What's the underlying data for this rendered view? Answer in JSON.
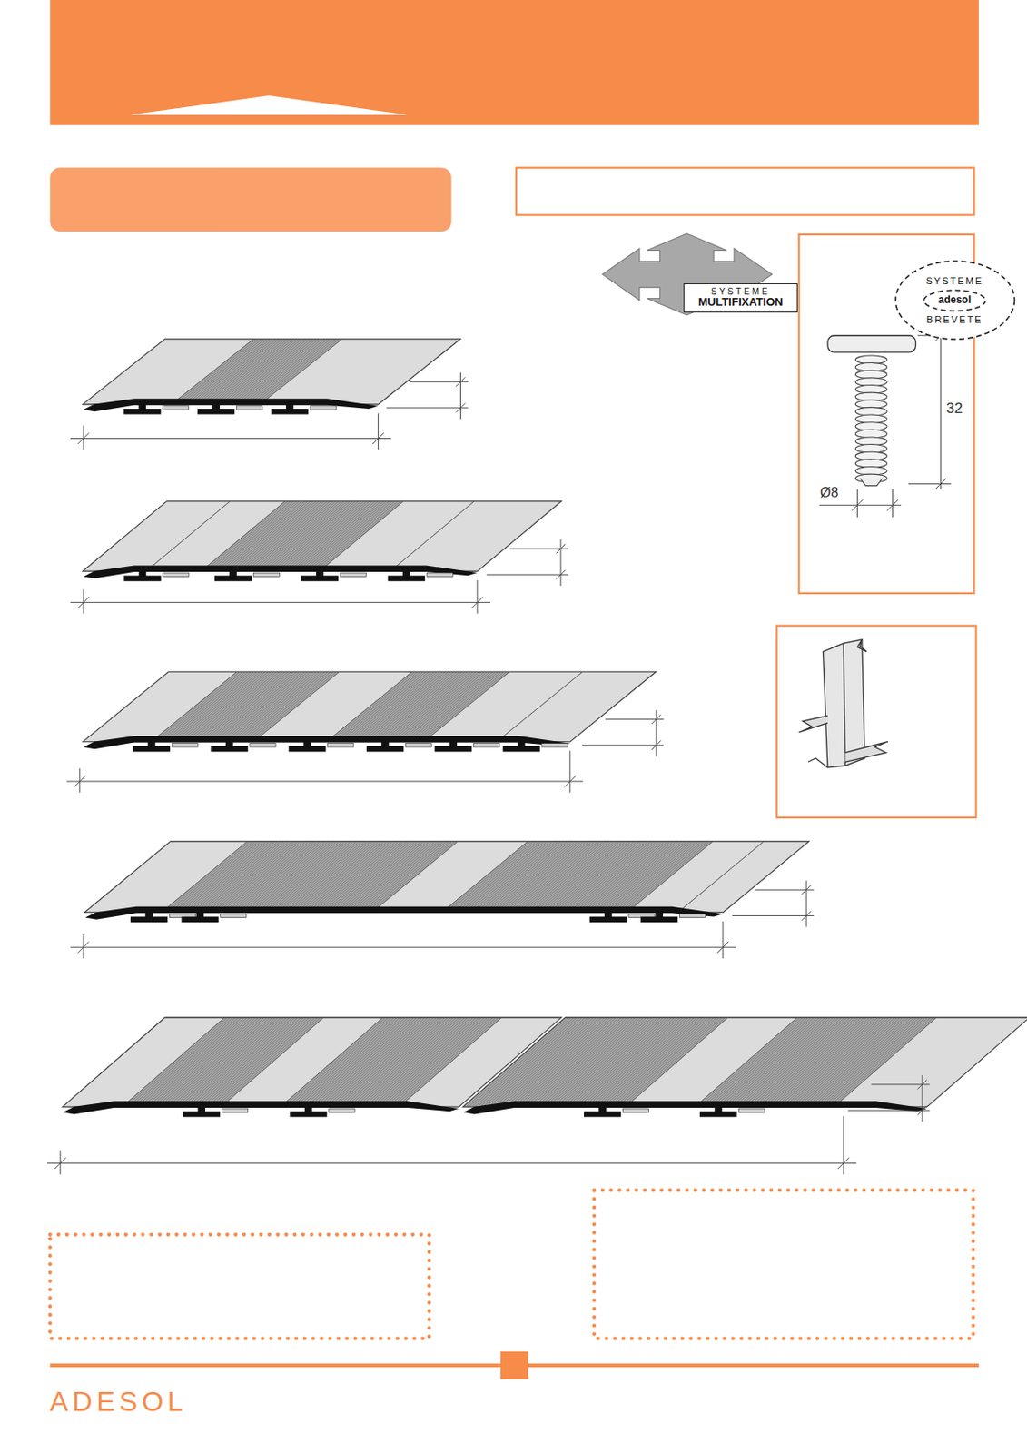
{
  "diagram": {
    "nodes": [
      {
        "text": [
          "SYSTEME",
          "MULTIFIXATION"
        ]
      },
      {
        "text": [
          "SYSTEME",
          "BREVETE"
        ]
      },
      {
        "text": [
          "adesol"
        ],
        "in": 1
      }
    ],
    "labels": [
      "32",
      "Ø8",
      "ADESOL"
    ]
  }
}
